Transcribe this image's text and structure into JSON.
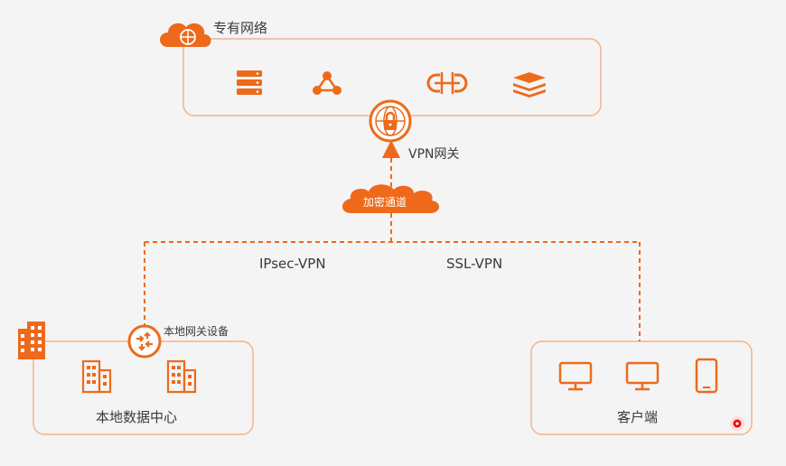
{
  "colors": {
    "accent": "#ee6a1a",
    "box_border": "#f2b48a",
    "background": "#f4f4f4",
    "text": "#3a3a3a",
    "icon_fill": "#ffffff"
  },
  "vpc": {
    "title": "专有网络",
    "icons": [
      "cloud-icon",
      "server-rack-icon",
      "network-node-icon",
      "gateway-link-icon",
      "storage-layers-icon"
    ]
  },
  "vpn_gateway": {
    "label": "VPN网关",
    "icon": "lock-globe-icon"
  },
  "tunnel": {
    "label": "加密通道",
    "icon": "cloud-shape"
  },
  "connections": {
    "ipsec_label": "IPsec-VPN",
    "ssl_label": "SSL-VPN"
  },
  "datacenter": {
    "gateway_device_label": "本地网关设备",
    "label": "本地数据中心",
    "icons": [
      "building-icon",
      "office-building-icon",
      "office-building-icon",
      "router-icon"
    ]
  },
  "clients": {
    "label": "客户端",
    "icons": [
      "desktop-monitor-icon",
      "desktop-monitor-icon",
      "tablet-icon"
    ]
  }
}
